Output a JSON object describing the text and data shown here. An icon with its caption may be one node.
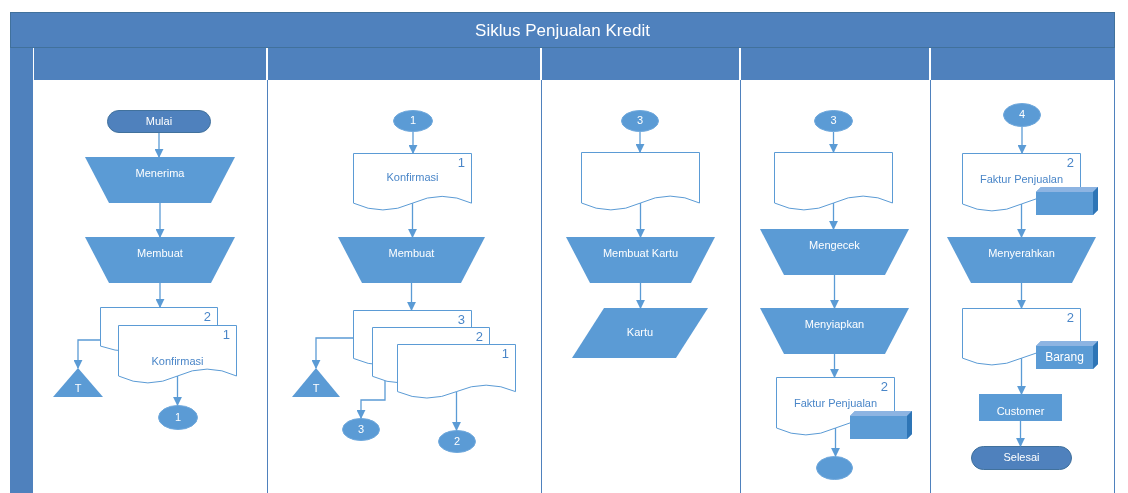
{
  "diagram": {
    "title": "Siklus Penjualan Kredit",
    "nodes": [
      {
        "text": [
          "Mulai"
        ]
      },
      {
        "text": [
          "Menerima"
        ]
      },
      {
        "text": [
          "Membuat"
        ]
      },
      {
        "text": [
          "2"
        ]
      },
      {
        "text": [
          "Konfirmasi",
          "1"
        ]
      },
      {
        "text": [
          "T"
        ]
      },
      {
        "text": [
          "1"
        ]
      },
      {
        "text": [
          "1"
        ]
      },
      {
        "text": [
          "Konfirmasi",
          "1"
        ]
      },
      {
        "text": [
          "Membuat"
        ]
      },
      {
        "text": [
          "3"
        ]
      },
      {
        "text": [
          "2"
        ]
      },
      {
        "text": [
          "1"
        ]
      },
      {
        "text": [
          "T"
        ]
      },
      {
        "text": [
          "3"
        ]
      },
      {
        "text": [
          "2"
        ]
      },
      {
        "text": [
          "3"
        ]
      },
      {
        "text": [],
        "shape": "document"
      },
      {
        "text": [
          "Membuat Kartu"
        ]
      },
      {
        "text": [
          "Kartu"
        ]
      },
      {
        "text": [
          "3"
        ]
      },
      {
        "text": [],
        "shape": "document"
      },
      {
        "text": [
          "Mengecek"
        ]
      },
      {
        "text": [
          "Menyiapkan"
        ]
      },
      {
        "text": [
          "2",
          "Faktur Penjualan"
        ]
      },
      {
        "text": [],
        "shape": "circle"
      },
      {
        "text": [
          "4"
        ]
      },
      {
        "text": [
          "2",
          "Faktur Penjualan"
        ]
      },
      {
        "text": [
          "Menyerahkan"
        ]
      },
      {
        "text": [
          "2",
          "Barang"
        ]
      },
      {
        "text": [
          "Customer"
        ]
      },
      {
        "text": [
          "Selesai"
        ]
      }
    ],
    "edges": [
      {
        "from": 0,
        "to": 1,
        "arrow": "to"
      },
      {
        "from": 1,
        "to": 2,
        "arrow": "to"
      },
      {
        "from": 2,
        "to": 3,
        "arrow": "to"
      },
      {
        "from": 3,
        "to": 5,
        "arrow": "to"
      },
      {
        "from": 4,
        "to": 6,
        "arrow": "to"
      },
      {
        "from": 7,
        "to": 8,
        "arrow": "to"
      },
      {
        "from": 8,
        "to": 9,
        "arrow": "to"
      },
      {
        "from": 9,
        "to": 10,
        "arrow": "to"
      },
      {
        "from": 10,
        "to": 13,
        "arrow": "to"
      },
      {
        "from": 11,
        "to": 14,
        "arrow": "to"
      },
      {
        "from": 12,
        "to": 15,
        "arrow": "to"
      },
      {
        "from": 16,
        "to": 17,
        "arrow": "to"
      },
      {
        "from": 17,
        "to": 18,
        "arrow": "to"
      },
      {
        "from": 18,
        "to": 19,
        "arrow": "to"
      },
      {
        "from": 20,
        "to": 21,
        "arrow": "to"
      },
      {
        "from": 21,
        "to": 22,
        "arrow": "to"
      },
      {
        "from": 22,
        "to": 23,
        "arrow": "to"
      },
      {
        "from": 23,
        "to": 24,
        "arrow": "to"
      },
      {
        "from": 24,
        "to": 25,
        "arrow": "to"
      },
      {
        "from": 26,
        "to": 27,
        "arrow": "to"
      },
      {
        "from": 27,
        "to": 28,
        "arrow": "to"
      },
      {
        "from": 28,
        "to": 29,
        "arrow": "to"
      },
      {
        "from": 29,
        "to": 30,
        "arrow": "to"
      },
      {
        "from": 30,
        "to": 31,
        "arrow": "to"
      }
    ]
  }
}
